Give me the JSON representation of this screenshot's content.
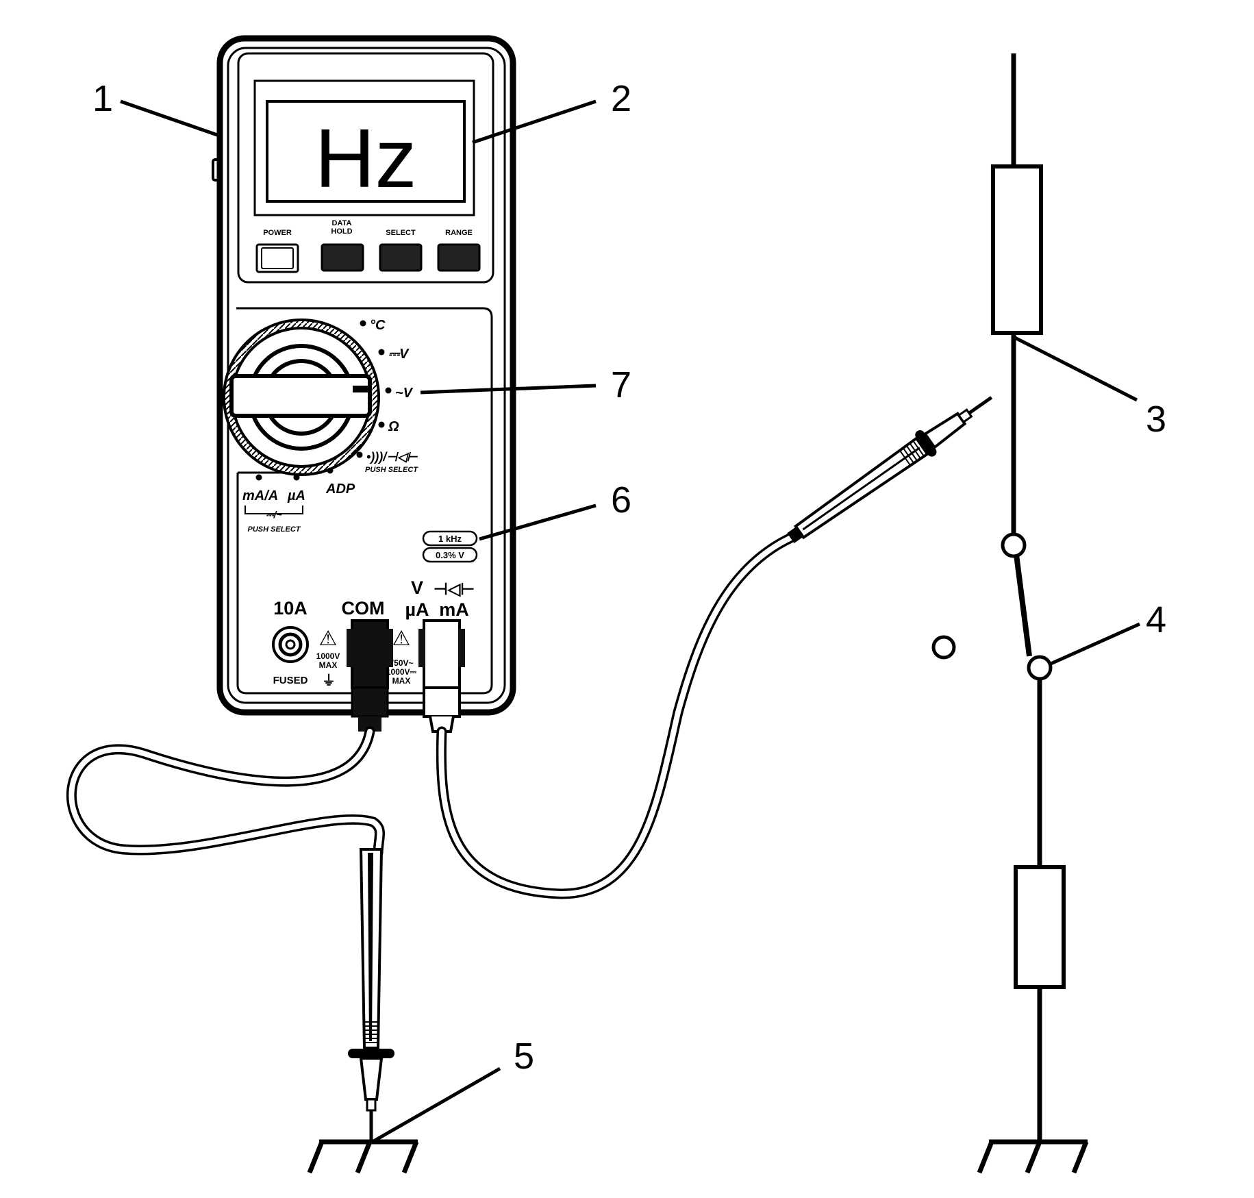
{
  "display": {
    "reading": "Hz"
  },
  "buttons": {
    "power": "POWER",
    "data_hold_line1": "DATA",
    "data_hold_line2": "HOLD",
    "select": "SELECT",
    "range": "RANGE"
  },
  "dial": {
    "celsius": "°C",
    "dc_volts": "⎓V",
    "ac_volts": "~V",
    "ohms": "Ω",
    "continuity_diode": "•)))/⊣◁⊢",
    "push_select_right": "PUSH SELECT",
    "ma_a": "mA/A",
    "ua": "µA",
    "adp": "ADP",
    "dc_ac": "⎓/~",
    "push_select_left": "PUSH SELECT"
  },
  "spec_badges": {
    "freq": "1 kHz",
    "accuracy": "0.3% V"
  },
  "terminals": {
    "ten_a": "10A",
    "com": "COM",
    "v": "V",
    "ua": "µA",
    "diode": "⊣◁⊢",
    "ma": "mA",
    "fused": "FUSED",
    "ground": "⏚",
    "rating_1000v": "1000V",
    "max_1": "MAX",
    "rating_750v_ac": "750V~",
    "rating_1000v_dc": "1000V⎓",
    "max_2": "MAX",
    "warning": "⚠"
  },
  "callouts": [
    "1",
    "2",
    "3",
    "4",
    "5",
    "6",
    "7"
  ]
}
